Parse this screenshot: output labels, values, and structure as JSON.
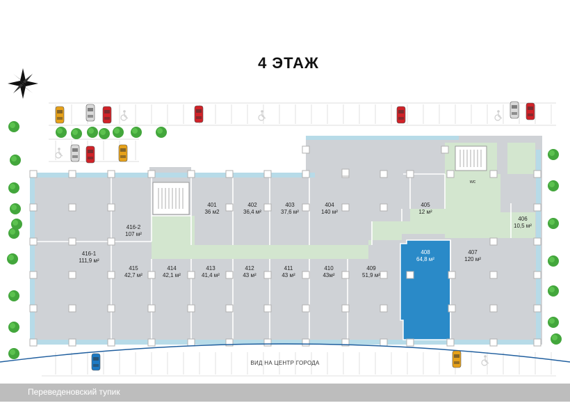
{
  "floor_title": "4 ЭТАЖ",
  "street_name": "Переведеновский тупик",
  "view_label": "ВИД НА ЦЕНТР ГОРОДА",
  "wc_label": "wc",
  "selected_room": "408",
  "colors": {
    "room_fill": "#cfd2d6",
    "room_stroke": "#ffffff",
    "corridor": "#d3e6cf",
    "facade_glass": "#b7dbe8",
    "selected": "#2a8ac8",
    "street_bar": "#bdbdbd",
    "tree": "#43a63c",
    "road_line": "#1f5e9e"
  },
  "rooms": [
    {
      "id": "401",
      "label": "401",
      "area": "36 м2"
    },
    {
      "id": "402",
      "label": "402",
      "area": "36,4 м²"
    },
    {
      "id": "403",
      "label": "403",
      "area": "37,6 м²"
    },
    {
      "id": "404",
      "label": "404",
      "area": "140 м²"
    },
    {
      "id": "405",
      "label": "405",
      "area": "12 м²"
    },
    {
      "id": "406",
      "label": "406",
      "area": "10,5 м²"
    },
    {
      "id": "407",
      "label": "407",
      "area": "120 м²"
    },
    {
      "id": "408",
      "label": "408",
      "area": "64,8 м²"
    },
    {
      "id": "409",
      "label": "409",
      "area": "51,9 м²"
    },
    {
      "id": "410",
      "label": "410",
      "area": "43м²"
    },
    {
      "id": "411",
      "label": "411",
      "area": "43 м²"
    },
    {
      "id": "412",
      "label": "412",
      "area": "43 м²"
    },
    {
      "id": "413",
      "label": "413",
      "area": "41,4 м²"
    },
    {
      "id": "414",
      "label": "414",
      "area": "42,1 м²"
    },
    {
      "id": "415",
      "label": "415",
      "area": "42,7 м²"
    },
    {
      "id": "416-1",
      "label": "416-1",
      "area": "111,9 м²"
    },
    {
      "id": "416-2",
      "label": "416-2",
      "area": "107 м²"
    }
  ],
  "icons": {
    "compass": "compass-rose-icon",
    "tree": "tree-icon",
    "car": "car-icon",
    "accessible": "wheelchair-icon"
  }
}
